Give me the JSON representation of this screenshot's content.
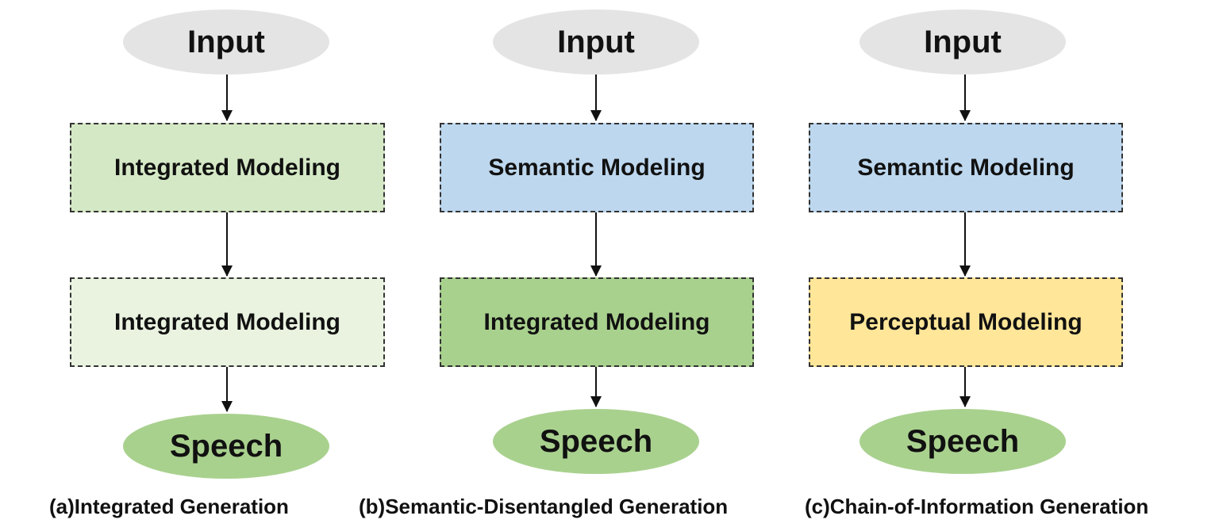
{
  "colors": {
    "input_oval": "#e4e4e4",
    "speech_oval": "#a9d18e",
    "green_light": "#d4e8c5",
    "green_lighter": "#e9f3e0",
    "green_medium": "#a9d18e",
    "blue": "#bdd7ee",
    "yellow": "#ffe699"
  },
  "columns": [
    {
      "input": "Input",
      "stage1": "Integrated Modeling",
      "stage2": "Integrated Modeling",
      "output": "Speech",
      "caption": "(a)Integrated Generation"
    },
    {
      "input": "Input",
      "stage1": "Semantic Modeling",
      "stage2": "Integrated Modeling",
      "output": "Speech",
      "caption": "(b)Semantic-Disentangled Generation"
    },
    {
      "input": "Input",
      "stage1": "Semantic Modeling",
      "stage2": "Perceptual Modeling",
      "output": "Speech",
      "caption": "(c)Chain-of-Information Generation"
    }
  ]
}
